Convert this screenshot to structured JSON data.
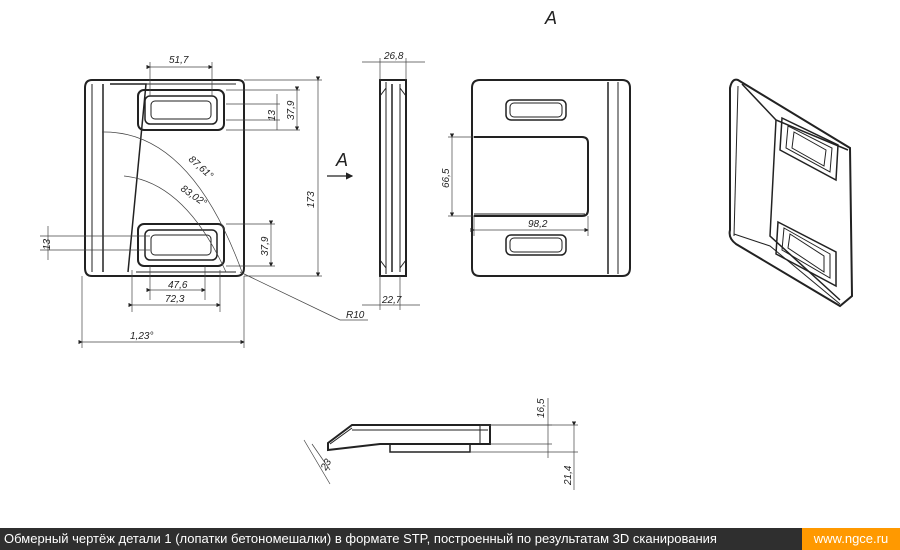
{
  "view_marks": {
    "top_letter": "A",
    "arrow_letter": "A"
  },
  "dimensions": {
    "d51_7": "51,7",
    "d13_top": "13",
    "d37_9_top": "37,9",
    "d87_61": "87,61°",
    "d83_02": "83,02°",
    "d173": "173",
    "d13_left": "13",
    "d37_9_bot": "37,9",
    "d47_6": "47,6",
    "d72_3": "72,3",
    "d1_23": "1,23°",
    "dR10": "R10",
    "d26_8": "26,8",
    "d22_7": "22,7",
    "d66_5": "66,5",
    "d98_2": "98,2",
    "d16_5": "16,5",
    "d23": "23",
    "d21_4": "21,4"
  },
  "footer": {
    "caption": "Обмерный чертёж детали 1 (лопатки бетономешалки) в формате STP, построенный по результатам 3D сканирования",
    "site": "www.ngce.ru",
    "site_color": "#ff9900"
  }
}
